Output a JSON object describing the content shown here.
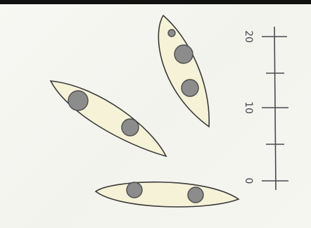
{
  "figure": {
    "kind": "hand-drawn spore sketch with scale bar",
    "colors": {
      "background": "#f5f5f0",
      "spore_fill": "#f6f2d8",
      "spore_outline": "#3a3a3a",
      "guttule_fill": "#8c8c8c",
      "guttule_rim": "#4d4d4d",
      "ink": "#4a4a50"
    }
  },
  "scale_bar": {
    "tick_labels": [
      "0",
      "10",
      "20"
    ],
    "major_ticks": [
      0,
      10,
      20
    ],
    "minor_ticks": [
      5,
      15
    ]
  },
  "spores": [
    {
      "name": "spore-vertical",
      "guttules": 3
    },
    {
      "name": "spore-diagonal",
      "guttules": 2
    },
    {
      "name": "spore-horizontal",
      "guttules": 2
    }
  ]
}
